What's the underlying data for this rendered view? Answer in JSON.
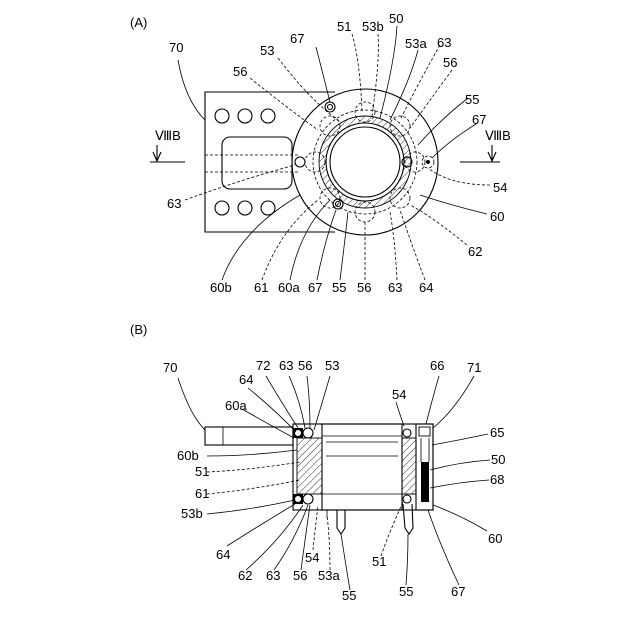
{
  "figure_a": {
    "label": "(A)",
    "section_left": "ⅧB",
    "section_right": "ⅧB",
    "refs": {
      "r70": "70",
      "r67_top": "67",
      "r51": "51",
      "r53b": "53b",
      "r50": "50",
      "r53": "53",
      "r53a": "53a",
      "r63_top": "63",
      "r56_left": "56",
      "r56_right": "56",
      "r55_right": "55",
      "r67_right": "67",
      "r54": "54",
      "r60": "60",
      "r62": "62",
      "r63_left": "63",
      "r60b": "60b",
      "r61": "61",
      "r60a": "60a",
      "r67_bottom": "67",
      "r55_bottom": "55",
      "r56_bottom": "56",
      "r63_bottom": "63",
      "r64": "64"
    }
  },
  "figure_b": {
    "label": "(B)",
    "refs": {
      "r70": "70",
      "r72": "72",
      "r63": "63",
      "r56": "56",
      "r53": "53",
      "r64_top": "64",
      "r60a": "60a",
      "r54_top": "54",
      "r66": "66",
      "r71": "71",
      "r65": "65",
      "r60b": "60b",
      "r51_left": "51",
      "r61": "61",
      "r53b": "53b",
      "r50": "50",
      "r68": "68",
      "r60": "60",
      "r64_bottom": "64",
      "r62": "62",
      "r63_bottom": "63",
      "r56_bottom": "56",
      "r54_bottom": "54",
      "r53a": "53a",
      "r51_bottom": "51",
      "r55_left": "55",
      "r55_right": "55",
      "r67": "67"
    }
  }
}
